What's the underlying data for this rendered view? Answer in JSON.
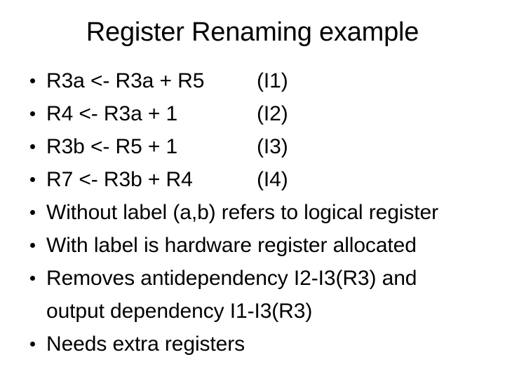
{
  "slide": {
    "title": "Register Renaming example",
    "background_color": "#ffffff",
    "text_color": "#000000",
    "bullet_glyph": "•",
    "items": [
      {
        "kind": "instruction",
        "text": "R3a <- R3a + R5",
        "label": "(I1)"
      },
      {
        "kind": "instruction",
        "text": "R4 <- R3a + 1",
        "label": "(I2)"
      },
      {
        "kind": "instruction",
        "text": "R3b <- R5 + 1",
        "label": "(I3)"
      },
      {
        "kind": "instruction",
        "text": "R7 <- R3b + R4",
        "label": "(I4)"
      },
      {
        "kind": "note",
        "text": "Without label (a,b) refers to logical register"
      },
      {
        "kind": "note",
        "text": "With label is hardware register allocated"
      },
      {
        "kind": "note-wrapped",
        "text": "Removes antidependency I2-I3(R3) and",
        "continuation": "output dependency I1-I3(R3)"
      },
      {
        "kind": "note",
        "text": "Needs extra registers"
      }
    ]
  }
}
